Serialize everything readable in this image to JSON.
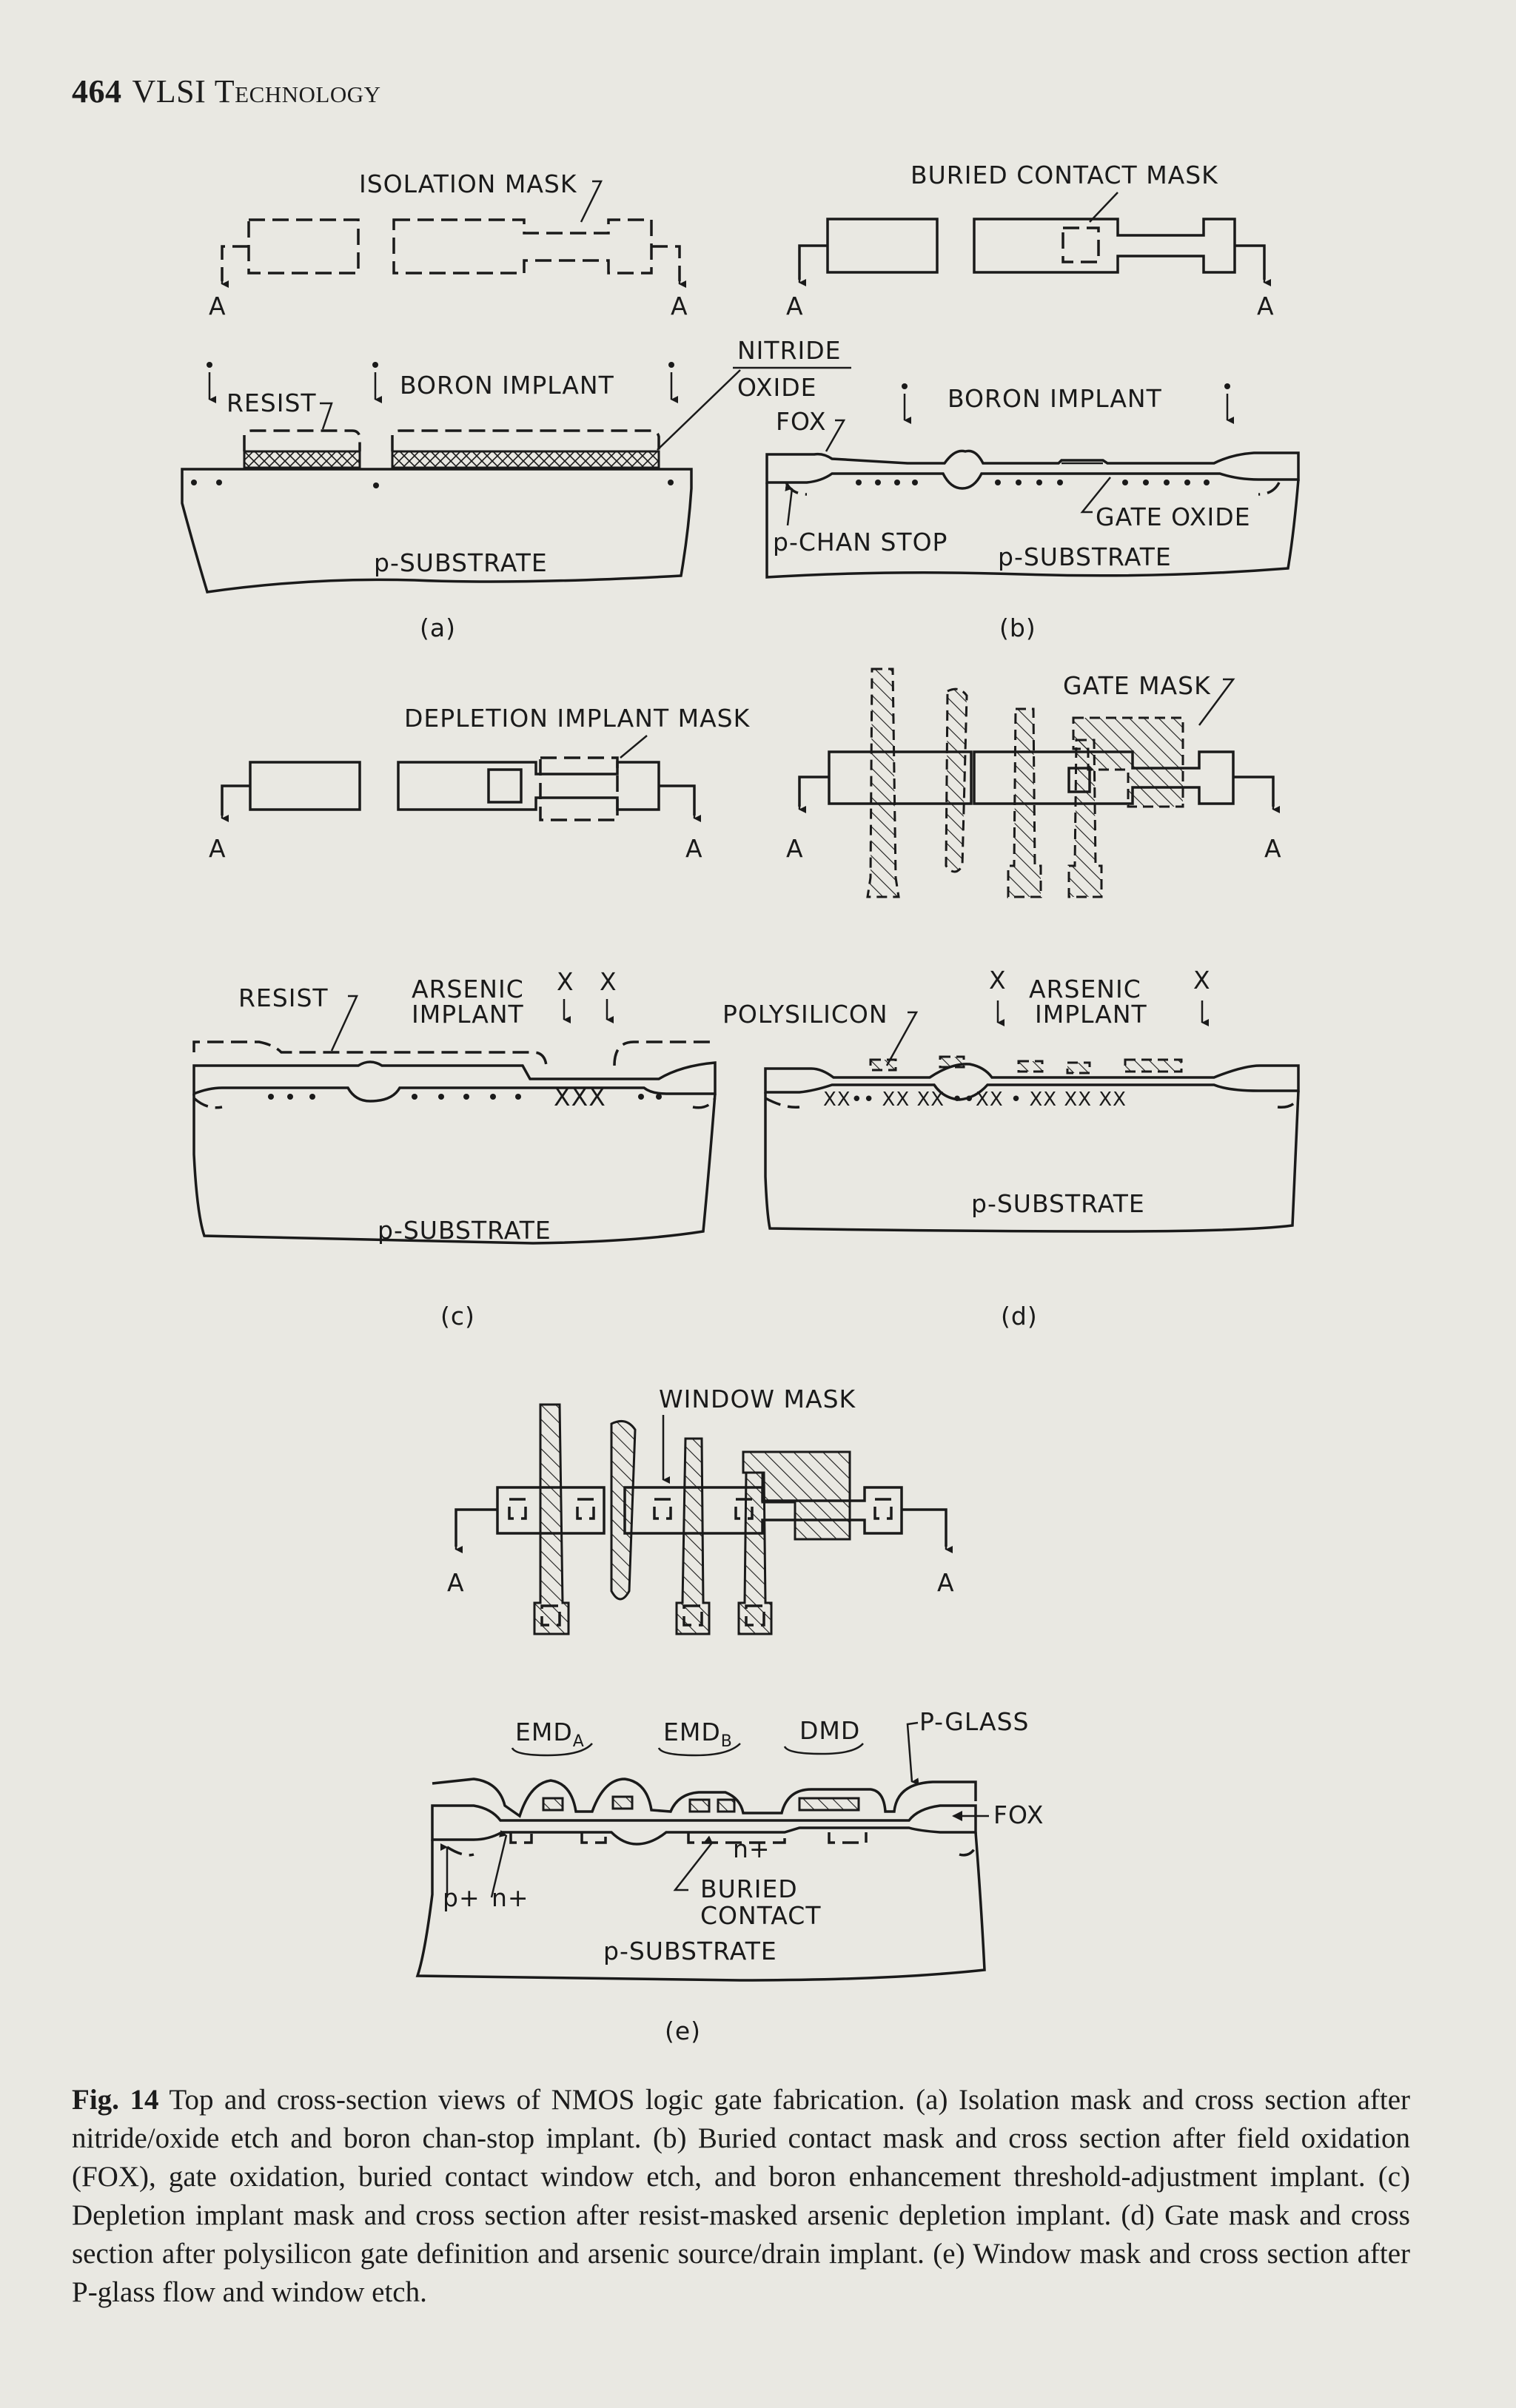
{
  "header": {
    "page_number": "464",
    "title_prefix": "VLSI",
    "title_rest": "Technology"
  },
  "labels": {
    "isolation_mask": "ISOLATION MASK",
    "buried_contact_mask": "BURIED CONTACT MASK",
    "depletion_implant_mask": "DEPLETION IMPLANT MASK",
    "gate_mask": "GATE MASK",
    "window_mask": "WINDOW MASK",
    "section_a": "A",
    "resist": "RESIST",
    "boron_implant": "BORON IMPLANT",
    "nitride": "NITRIDE",
    "oxide": "OXIDE",
    "fox": "FOX",
    "gate_oxide": "GATE OXIDE",
    "p_chan_stop": "p-CHAN STOP",
    "p_substrate": "p-SUBSTRATE",
    "arsenic": "ARSENIC",
    "implant": "IMPLANT",
    "x_mark": "X",
    "polysilicon": "POLYSILICON",
    "implant_xxx": "XXX",
    "d_implant_marks": "XX•• XX      XX ••XX • XX XX  XX",
    "emd": "EMD",
    "sub_a": "A",
    "sub_b": "B",
    "dmd": "DMD",
    "p_glass": "P-GLASS",
    "n_plus": "n+",
    "p_plus": "p+",
    "buried": "BURIED",
    "contact": "CONTACT"
  },
  "panel_labels": {
    "a": "(a)",
    "b": "(b)",
    "c": "(c)",
    "d": "(d)",
    "e": "(e)"
  },
  "caption": {
    "label": "Fig. 14",
    "text": "Top and cross-section views of NMOS logic gate fabrication. (a) Isolation mask and cross section after nitride/oxide etch and boron chan-stop implant. (b) Buried contact mask and cross section after field oxidation (FOX), gate oxidation, buried contact window etch, and boron enhancement threshold-adjustment implant. (c) Depletion implant mask and cross section after resist-masked arsenic depletion implant. (d) Gate mask and cross section after polysilicon gate definition and arsenic source/drain implant. (e) Window mask and cross section after P-glass flow and window etch."
  }
}
